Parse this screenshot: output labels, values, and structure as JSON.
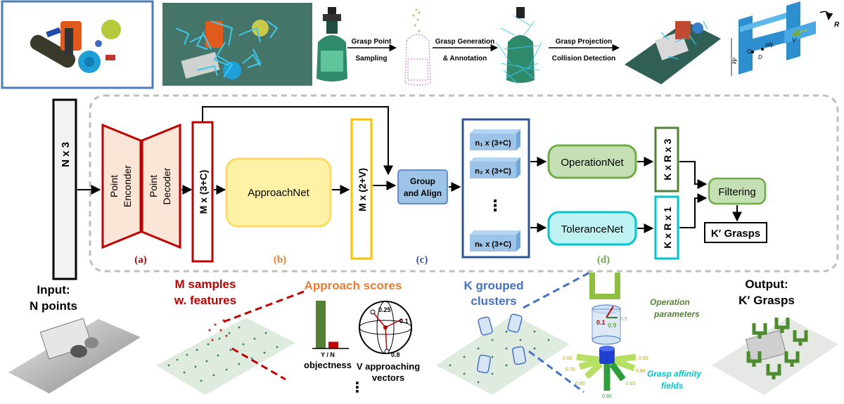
{
  "pipeline": {
    "step1": [
      "Grasp Point",
      "Sampling"
    ],
    "step2": [
      "Grasp Generation",
      "& Annotation"
    ],
    "step3": [
      "Grasp Projection",
      "Collision Detection"
    ]
  },
  "gripper": {
    "label_w": "W",
    "label_d": "D",
    "label_v": "V",
    "label_r": "R",
    "label_o": "O",
    "label_obj": "obj."
  },
  "network": {
    "input_label": "N x 3",
    "encoder_label": [
      "Point",
      "Enconder"
    ],
    "decoder_label": [
      "Point",
      "Decoder"
    ],
    "features_label": "M x (3+C)",
    "approachnet_label": "ApproachNet",
    "approach_out_label": "M x (2+V)",
    "group_label": [
      "Group",
      "and Align"
    ],
    "clusters": [
      "n₁ x (3+C)",
      "n₂ x (3+C)",
      "nₖ x (3+C)"
    ],
    "cluster_ellipsis": "⋮",
    "operationnet_label": "OperationNet",
    "tolerancenet_label": "ToleranceNet",
    "op_out_label": "K x R x 3",
    "tol_out_label": "K x R x 1",
    "filtering_label": "Filtering",
    "kgrasps_label": "K′ Grasps"
  },
  "section_labels": [
    "(a)",
    "(b)",
    "(c)",
    "(d)"
  ],
  "bottom": {
    "input_title": [
      "Input:",
      "N points"
    ],
    "samples_title": [
      "M samples",
      "w. features"
    ],
    "approach_title": "Approach scores",
    "yn_label": "Y / N",
    "objectness_label": "objectness",
    "vectors_label": [
      "V approaching",
      "vectors"
    ],
    "sphere_values": [
      "0.25",
      "0.1",
      "0.8"
    ],
    "ellipsis": "⋮",
    "clusters_title": [
      "K grouped",
      "clusters"
    ],
    "op_params_label": [
      "Operation",
      "parameters"
    ],
    "cyl_values": [
      "0.1",
      "0.9",
      "0.5"
    ],
    "affinity_label": [
      "Grasp affinity",
      "fields"
    ],
    "affinity_values": [
      "0.60",
      "0.70",
      "0.80",
      "0.90",
      "0.65",
      "0.80",
      "0.60"
    ],
    "output_title": [
      "Output:",
      "K′ Grasps"
    ]
  },
  "chart_data": {
    "type": "bar",
    "categories": [
      "Y",
      "N"
    ],
    "values": [
      1.0,
      0.14
    ],
    "title": "",
    "xlabel": "Y / N",
    "ylabel": "",
    "ylim": [
      0,
      1
    ]
  },
  "colors": {
    "red": "#c00000",
    "orange": "#ed7d31",
    "yellow": "#ffd966",
    "blue": "#4472c4",
    "green": "#70ad47",
    "cyan": "#00c5cd",
    "darkgreen": "#548235",
    "dashed": "#bfbfbf"
  }
}
